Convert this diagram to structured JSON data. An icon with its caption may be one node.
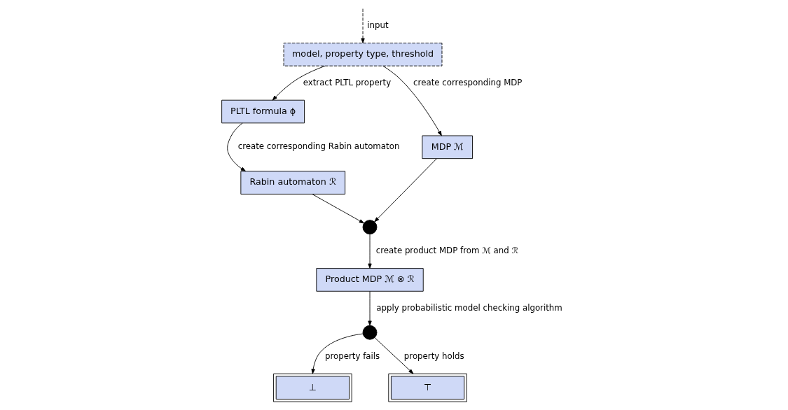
{
  "diagram": {
    "nodes": [
      {
        "text": [
          "model, property type, threshold"
        ]
      },
      {
        "text": [
          "PLTL formula ϕ"
        ]
      },
      {
        "text": [
          "MDP ℳ"
        ]
      },
      {
        "text": [
          "Rabin automaton ℛ"
        ]
      },
      {
        "text": [],
        "shape": "circle"
      },
      {
        "text": [
          "Product MDP ℳ ⊗ ℛ"
        ]
      },
      {
        "text": [],
        "shape": "circle"
      },
      {
        "text": [
          "⊥"
        ]
      },
      {
        "text": [
          "⊤"
        ]
      }
    ],
    "edges": [
      {
        "from": null,
        "to": 0,
        "arrow": "to",
        "label": "input",
        "style": "dashed"
      },
      {
        "from": 0,
        "to": 1,
        "arrow": "to",
        "label": "extract PLTL property"
      },
      {
        "from": 0,
        "to": 2,
        "arrow": "to",
        "label": "create corresponding MDP"
      },
      {
        "from": 1,
        "to": 3,
        "arrow": "to",
        "label": "create corresponding Rabin automaton"
      },
      {
        "from": 3,
        "to": 4,
        "arrow": "to"
      },
      {
        "from": 2,
        "to": 4,
        "arrow": "to"
      },
      {
        "from": 4,
        "to": 5,
        "arrow": "to",
        "label": "create product MDP from ℳ and ℛ"
      },
      {
        "from": 5,
        "to": 6,
        "arrow": "to",
        "label": "apply probabilistic model checking algorithm"
      },
      {
        "from": 6,
        "to": 7,
        "arrow": "to",
        "label": "property fails"
      },
      {
        "from": 6,
        "to": 8,
        "arrow": "to",
        "label": "property holds"
      }
    ]
  }
}
